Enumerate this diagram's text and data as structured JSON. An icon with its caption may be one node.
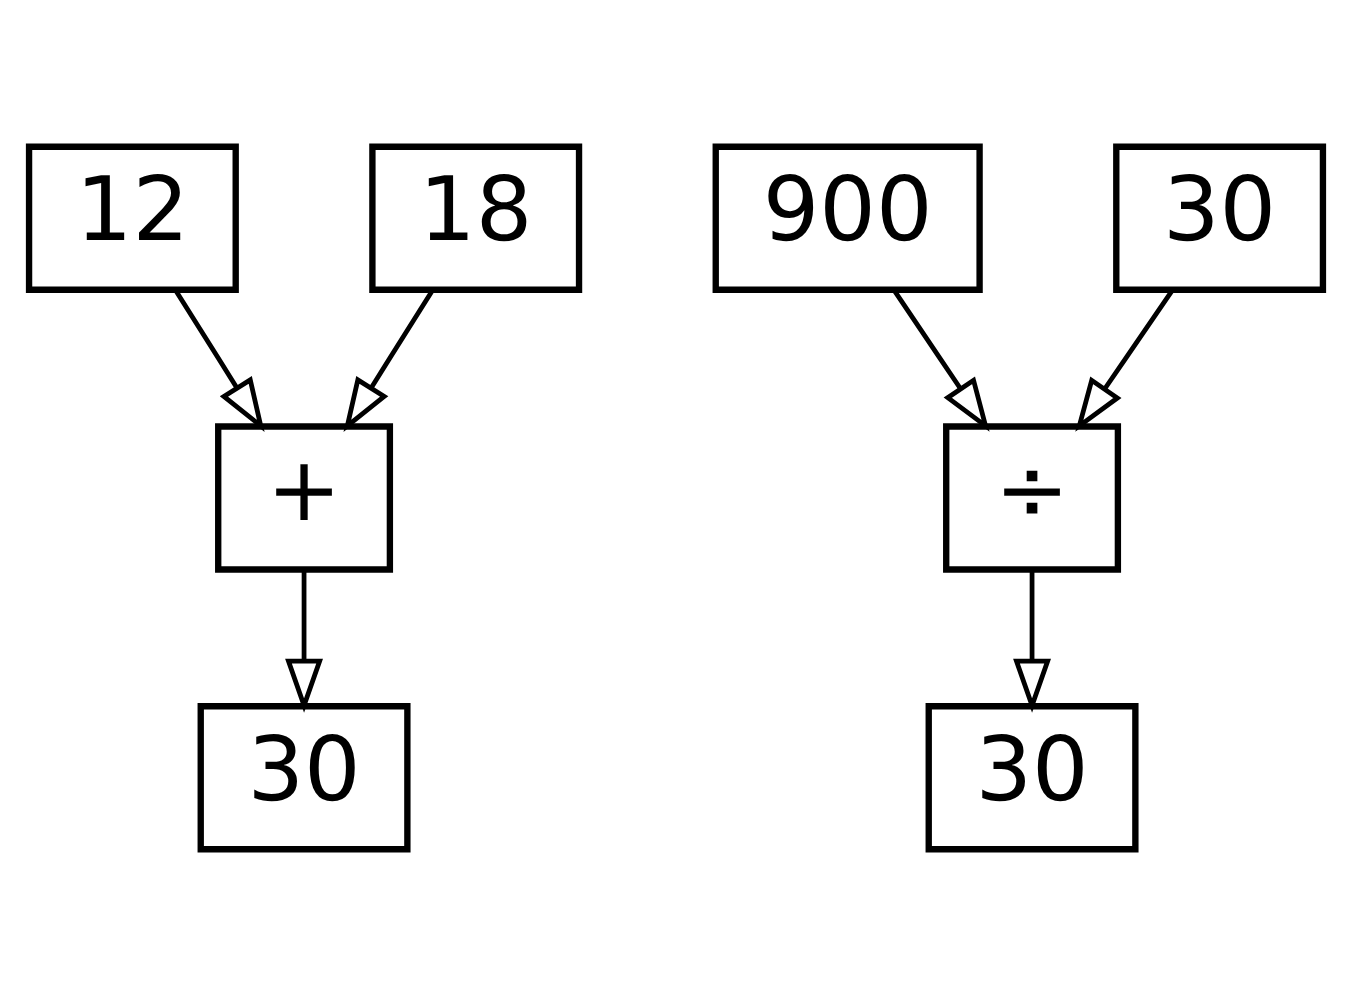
{
  "diagram": {
    "nodes": [
      {
        "text": [
          "12"
        ]
      },
      {
        "text": [
          "18"
        ]
      },
      {
        "text": [
          "+"
        ]
      },
      {
        "text": [
          "30"
        ]
      },
      {
        "text": [
          "900"
        ]
      },
      {
        "text": [
          "30"
        ]
      },
      {
        "text": [
          "÷"
        ]
      },
      {
        "text": [
          "30"
        ]
      }
    ],
    "edges": [
      {
        "from": 0,
        "to": 2,
        "arrow": "to"
      },
      {
        "from": 1,
        "to": 2,
        "arrow": "to"
      },
      {
        "from": 2,
        "to": 3,
        "arrow": "to"
      },
      {
        "from": 4,
        "to": 6,
        "arrow": "to"
      },
      {
        "from": 5,
        "to": 6,
        "arrow": "to"
      },
      {
        "from": 6,
        "to": 7,
        "arrow": "to"
      }
    ]
  }
}
